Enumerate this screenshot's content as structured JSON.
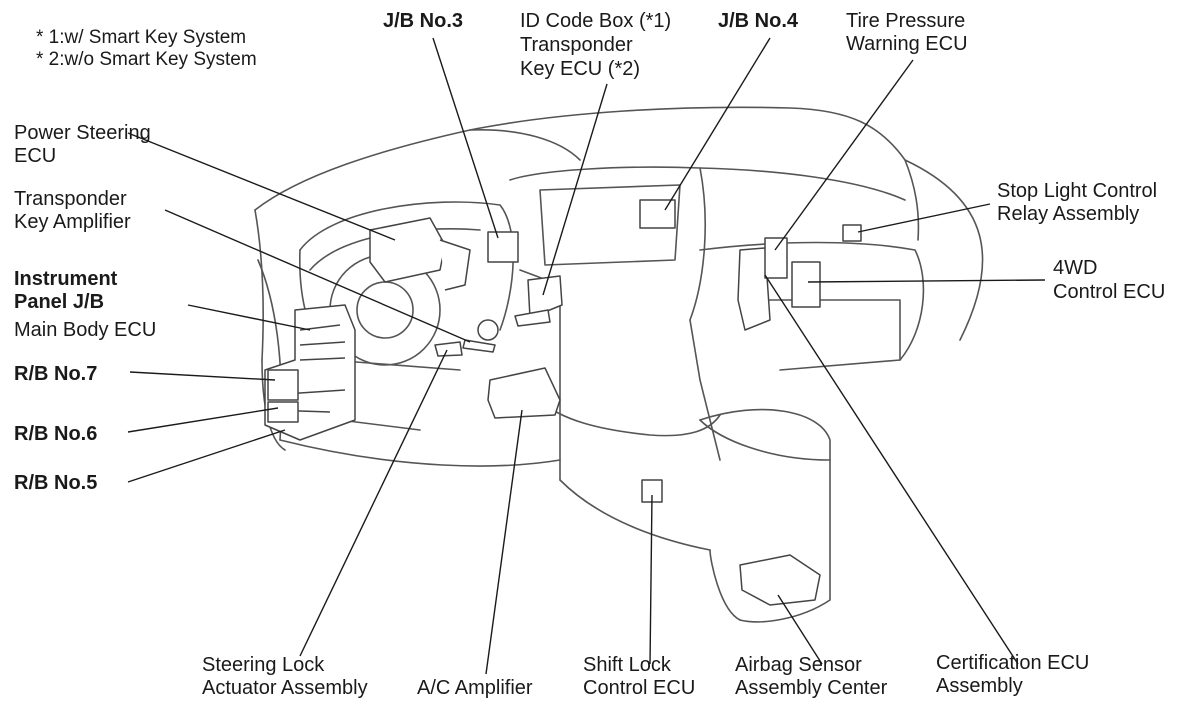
{
  "notes": {
    "line1": "* 1:w/ Smart Key System",
    "line2": "* 2:w/o Smart Key System"
  },
  "labels": {
    "jb3": "J/B No.3",
    "idcode_1": "ID Code Box (*1)",
    "idcode_2": "Transponder",
    "idcode_3": "Key ECU (*2)",
    "jb4": "J/B No.4",
    "tire_1": "Tire Pressure",
    "tire_2": "Warning ECU",
    "ps_1": "Power Steering",
    "ps_2": "ECU",
    "ta_1": "Transponder",
    "ta_2": "Key Amplifier",
    "ip_1": "Instrument",
    "ip_2": "Panel J/B",
    "mb": "Main Body ECU",
    "rb7": "R/B No.7",
    "rb6": "R/B No.6",
    "rb5": "R/B No.5",
    "slc_1": "Stop Light Control",
    "slc_2": "Relay Assembly",
    "fwd_1": "4WD",
    "fwd_2": "Control ECU",
    "sla_1": "Steering Lock",
    "sla_2": "Actuator Assembly",
    "ac": "A/C Amplifier",
    "shift_1": "Shift Lock",
    "shift_2": "Control ECU",
    "airbag_1": "Airbag Sensor",
    "airbag_2": "Assembly Center",
    "cert_1": "Certification ECU",
    "cert_2": "Assembly"
  },
  "colors": {
    "ink": "#1a1a1a",
    "drawing": "#4a4a4a",
    "background": "#ffffff"
  }
}
